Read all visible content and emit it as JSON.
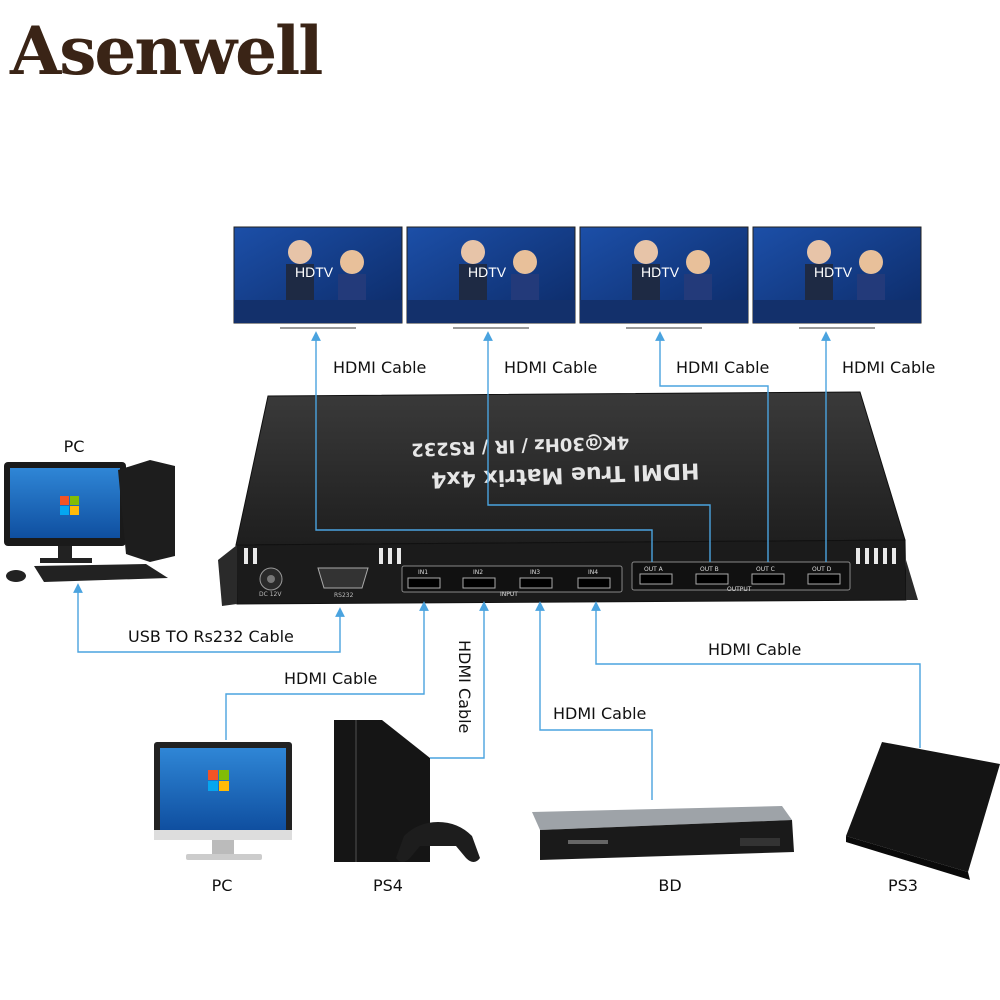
{
  "brand": {
    "logo_text": "Asenwell"
  },
  "device": {
    "title": "HDMI True Matrix 4x4",
    "subtitle": "4K@30Hz / IR / RS232",
    "ports": {
      "power": "DC 12V",
      "rs232": "RS232",
      "inputs": [
        "IN1",
        "IN2",
        "IN3",
        "IN4"
      ],
      "input_group": "INPUT",
      "outputs": [
        "OUT A",
        "OUT B",
        "OUT C",
        "OUT D"
      ],
      "output_group": "OUTPUT"
    }
  },
  "displays": [
    {
      "label": "HDTV"
    },
    {
      "label": "HDTV"
    },
    {
      "label": "HDTV"
    },
    {
      "label": "HDTV"
    }
  ],
  "cables": {
    "output_1": "HDMI Cable",
    "output_2": "HDMI Cable",
    "output_3": "HDMI Cable",
    "output_4": "HDMI Cable",
    "control": "USB TO Rs232 Cable",
    "input_pc": "HDMI Cable",
    "input_ps4": "HDMI Cable",
    "input_bd": "HDMI Cable",
    "input_ps3": "HDMI Cable"
  },
  "devices": {
    "control_pc": "PC",
    "source_pc": "PC",
    "source_ps4": "PS4",
    "source_bd": "BD",
    "source_ps3": "PS3"
  },
  "colors": {
    "cable": "#4aa3df",
    "device_body": "#2b2b2b",
    "logo_dark": "#3a2416",
    "logo_accent": "#f39a16"
  },
  "icons": {
    "pc": "desktop-computer-icon",
    "monitor": "monitor-icon",
    "ps4": "game-console-icon",
    "bd": "bluray-player-icon",
    "ps3": "game-console-icon",
    "tv": "hdtv-icon"
  }
}
